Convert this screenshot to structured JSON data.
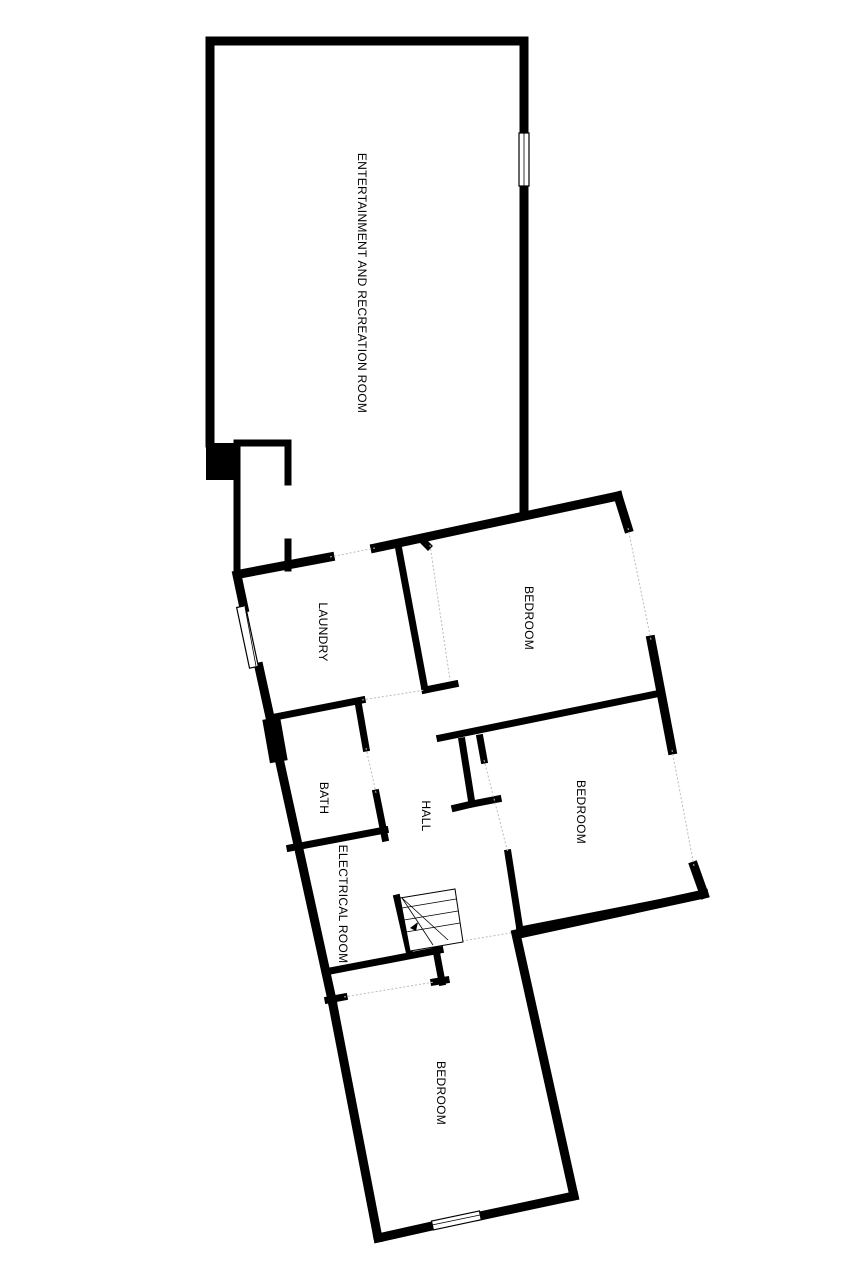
{
  "colors": {
    "wall": "#000000",
    "background": "#ffffff"
  },
  "rooms": {
    "entertainment": {
      "label": "ENTERTAINMENT AND RECREATION ROOM"
    },
    "laundry": {
      "label": "LAUNDRY"
    },
    "bedroom_top": {
      "label": "BEDROOM"
    },
    "bedroom_middle": {
      "label": "BEDROOM"
    },
    "bath": {
      "label": "BATH"
    },
    "hall": {
      "label": "HALL"
    },
    "electrical": {
      "label": "ELECTRICAL ROOM"
    },
    "bedroom_bottom": {
      "label": "BEDROOM"
    }
  }
}
